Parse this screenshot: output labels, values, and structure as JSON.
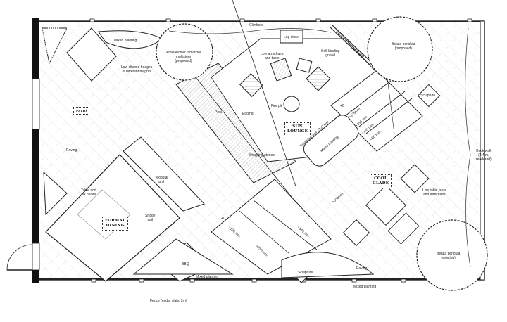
{
  "plan": {
    "zones": {
      "patio": "PATIO",
      "sun_lounge": "SUN\nLOUNGE",
      "cool_glade": "COOL\nGLADE",
      "formal_dining": "FORMAL\nDINING"
    },
    "labels": {
      "mixed_planting_top": "Mixed planting",
      "low_clipped_hedges": "Low clipped hedges\nof different heights",
      "amelanchier": "Amelanchier lamarckii\nmultistem\n(proposed)",
      "climbers": "Climbers",
      "log_store": "Log store",
      "low_armchairs": "Low armchairs\nand table",
      "self_binding_gravel": "Self-binding\ngravel",
      "retaining_wall_top": "Retaining wall +200 mm",
      "betula_proposed": "Betula pendula\n(proposed)",
      "sculpture_top": "Sculpture",
      "pool": "Pool",
      "edging": "Edging",
      "fire_pit": "Fire pit",
      "stepping_stones": "Stepping stones",
      "retaining_wall_pond": "Retaining wall +320 mm",
      "mixed_planting_mid": "Mixed planting",
      "plus0_top": "+0",
      "plus125_top": "+125mm",
      "plus250_top": "+250 mm",
      "plus345_top": "+345 mm",
      "plus500_top": "+500mm",
      "brick_wall": "Brick wall\n(2.4 m,\nrendered)",
      "paving_left": "Paving",
      "table_chairs": "Table and\nsix chairs",
      "modular_arch": "'Modular'\narch",
      "shade_sail": "Shade\nsail",
      "low_table_sofa": "Low table, sofa\nand armchairs",
      "plus500_mid": "+500mm",
      "plus0_low": "+0",
      "plus125_low": "+125 mm",
      "plus250_low": "+250 mm",
      "plus345_low": "+345 mm",
      "bbq": "BBQ",
      "mixed_planting_bottom_left": "Mixed planting",
      "sculpture_bottom": "Sculpture",
      "paving_bottom": "Paving",
      "mixed_planting_bottom": "Mixed planting",
      "betula_existing": "Betula pendula\n(existing)",
      "fence": "Fence (cedar slats, 2m)"
    },
    "colors": {
      "line": "#222222",
      "wall": "#111111",
      "paper": "#ffffff",
      "hatch": "#bbbbbb"
    }
  }
}
